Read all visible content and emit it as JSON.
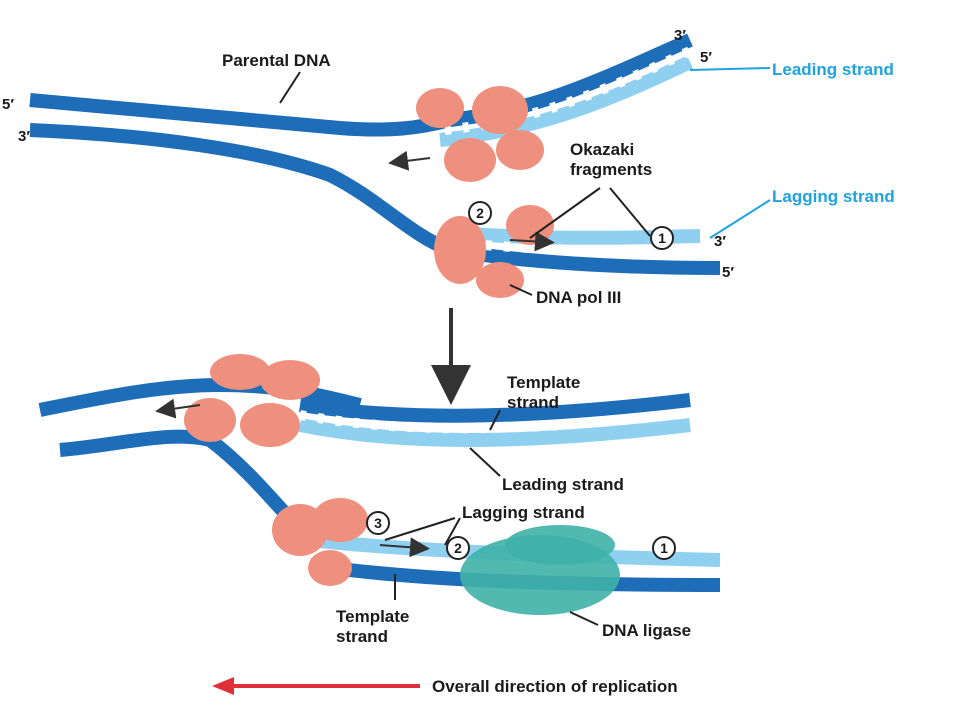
{
  "colors": {
    "parental_strand": "#1e6db8",
    "new_strand": "#8fd0f0",
    "polymerase": "#ef8f7d",
    "ligase": "#3fb1a8",
    "callout_blue": "#1fa3df",
    "direction_arrow": "#e0303a",
    "rung": "#ffffff"
  },
  "top_panel": {
    "parental_dna": "Parental DNA",
    "leading_strand": "Leading strand",
    "lagging_strand": "Lagging strand",
    "okazaki_line1": "Okazaki",
    "okazaki_line2": "fragments",
    "dna_pol": "DNA pol III",
    "end_5_left": "5′",
    "end_3_left": "3′",
    "end_3_top_right": "3′",
    "end_5_top_right": "5′",
    "end_3_lag": "3′",
    "end_5_lag": "5′",
    "marker_1": "1",
    "marker_2": "2"
  },
  "bottom_panel": {
    "template_top_line1": "Template",
    "template_top_line2": "strand",
    "leading_strand": "Leading strand",
    "lagging_strand": "Lagging strand",
    "template_bottom_line1": "Template",
    "template_bottom_line2": "strand",
    "dna_ligase": "DNA ligase",
    "marker_1": "1",
    "marker_2": "2",
    "marker_3": "3"
  },
  "footer": {
    "direction": "Overall direction of replication"
  }
}
